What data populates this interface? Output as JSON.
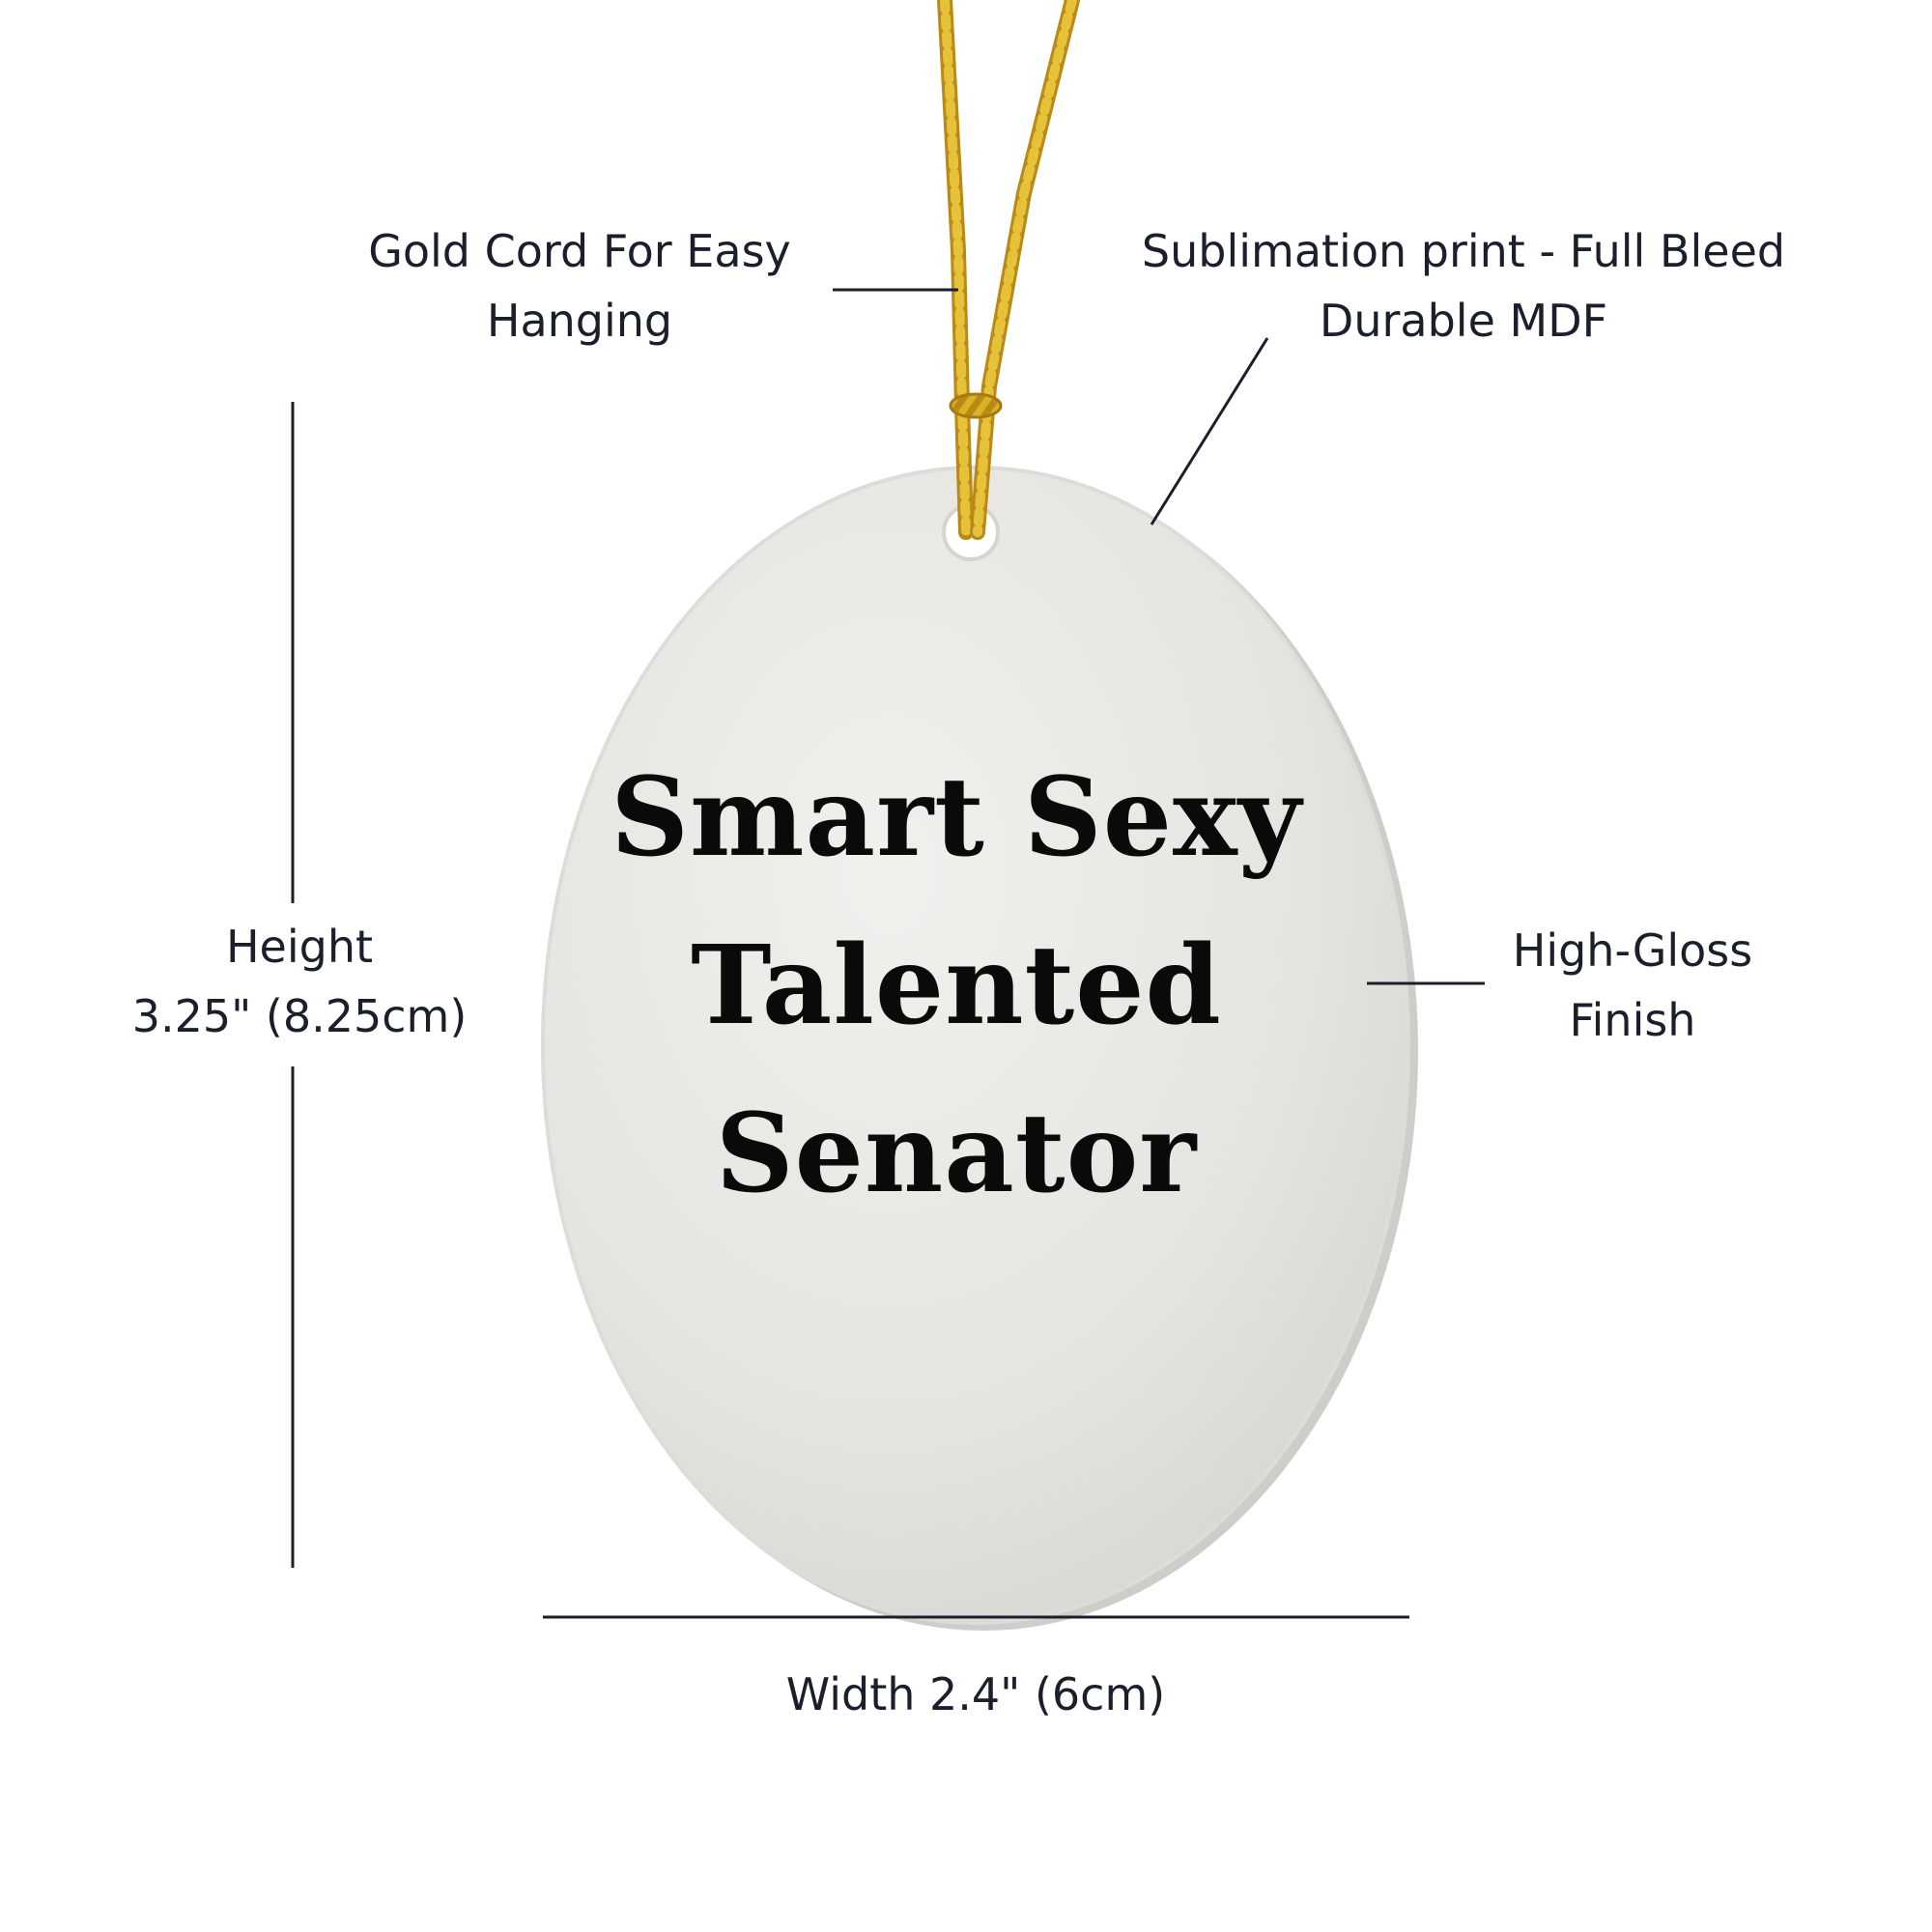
{
  "ornament": {
    "lines": [
      "Smart Sexy",
      "Talented",
      "Senator"
    ]
  },
  "callouts": {
    "cord": {
      "line1": "Gold Cord For Easy",
      "line2": "Hanging"
    },
    "print": {
      "line1": "Sublimation print - Full Bleed",
      "line2": "Durable MDF"
    },
    "gloss": {
      "line1": "High-Gloss",
      "line2": "Finish"
    },
    "height": {
      "line1": "Height",
      "line2": "3.25\" (8.25cm)"
    },
    "width": {
      "line1": "Width 2.4\" (6cm)"
    }
  },
  "colors": {
    "text": "#1b1f2b",
    "cord": "#d4a820",
    "ornament": "#ebe9e5"
  }
}
